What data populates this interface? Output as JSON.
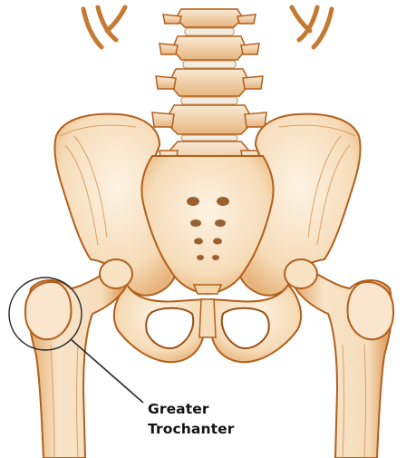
{
  "illustration": {
    "subject": "pelvis-and-hip-skeleton",
    "colors": {
      "bone_fill": "#f7e3c6",
      "bone_shade": "#e9bf8c",
      "bone_outline": "#b35f1c",
      "background": "#ffffff",
      "callout_line": "#2a2a2a"
    }
  },
  "annotation": {
    "line1": "Greater",
    "line2": "Trochanter"
  }
}
